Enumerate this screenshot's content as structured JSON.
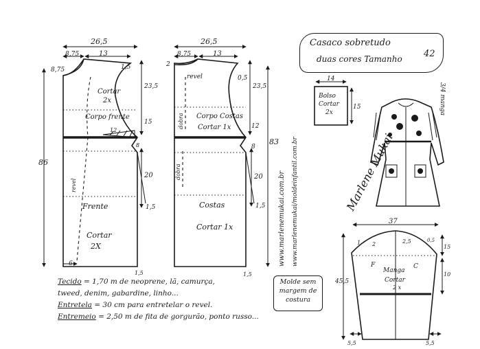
{
  "title": {
    "line1": "Casaco sobretudo",
    "line2": "duas cores Tamanho",
    "size": "42"
  },
  "front": {
    "top_width": "26,5",
    "neck_w": "8,75",
    "shoulder_w": "13",
    "neck_d": "8,75",
    "m_1_5": "1,5",
    "m_23_5": "23,5",
    "m_15": "15",
    "m_12": "12",
    "m_8": "8",
    "m_20": "20",
    "hem_ext": "1,5",
    "length": "86",
    "m_6": "6",
    "m_bottom": "1,5",
    "label_cut": "Cortar",
    "label_2x": "2x",
    "label_body": "Corpo frente",
    "label_fold": "revel",
    "label_frente": "Frente",
    "label_cut2": "Cortar",
    "label_2x2": "2X"
  },
  "back": {
    "top_width": "26,5",
    "neck_w": "8,75",
    "shoulder_w": "13",
    "m_2": "2",
    "m_0_5": "0,5",
    "m_23_5": "23,5",
    "m_12": "12",
    "m_8": "8",
    "m_20": "20",
    "hem_ext": "1,5",
    "length": "83",
    "m_1_5": "1,5",
    "label_revel": "revel",
    "label_fold1": "dobra",
    "label_fold2": "dobra",
    "label_body": "Corpo Costas",
    "label_cut1": "Cortar 1x",
    "label_costas": "Costas",
    "label_cut2": "Cortar 1x"
  },
  "pocket": {
    "width": "14",
    "height": "15",
    "label1": "Bolso",
    "label2": "Cortar",
    "label3": "2x"
  },
  "sleeve": {
    "width": "37",
    "m_1": "1",
    "m_2": "2",
    "m_2_5": "2,5",
    "m_0_5": "0,5",
    "m_15": "15",
    "m_10": "10",
    "length": "45,5",
    "letter_f": "F",
    "letter_c": "C",
    "label1": "Manga",
    "label2": "Cortar",
    "label3": "2 x",
    "cuff_l": "5,5",
    "cuff_r": "5,5"
  },
  "sketch": {
    "label": "3/4 manga"
  },
  "website": {
    "line1": "www.marlenemukai.com.br",
    "line2": "www.marlenemukai/moldeinfantil.com.br"
  },
  "signature": "Marlene Mukai",
  "molde_note": {
    "line1": "Molde sem",
    "line2": "margem de",
    "line3": "costura"
  },
  "notes": {
    "tecido_label": "Tecido",
    "tecido": "= 1,70 m de neoprene, lã, camurça,",
    "tecido2": "tweed, denim, gabardine, linho...",
    "entretela_label": "Entretela",
    "entretela": "= 30 cm para entretelar o revel.",
    "entremeio_label": "Entremeio",
    "entremeio": "= 2,50 m de fita de gorgurão, ponto russo..."
  }
}
